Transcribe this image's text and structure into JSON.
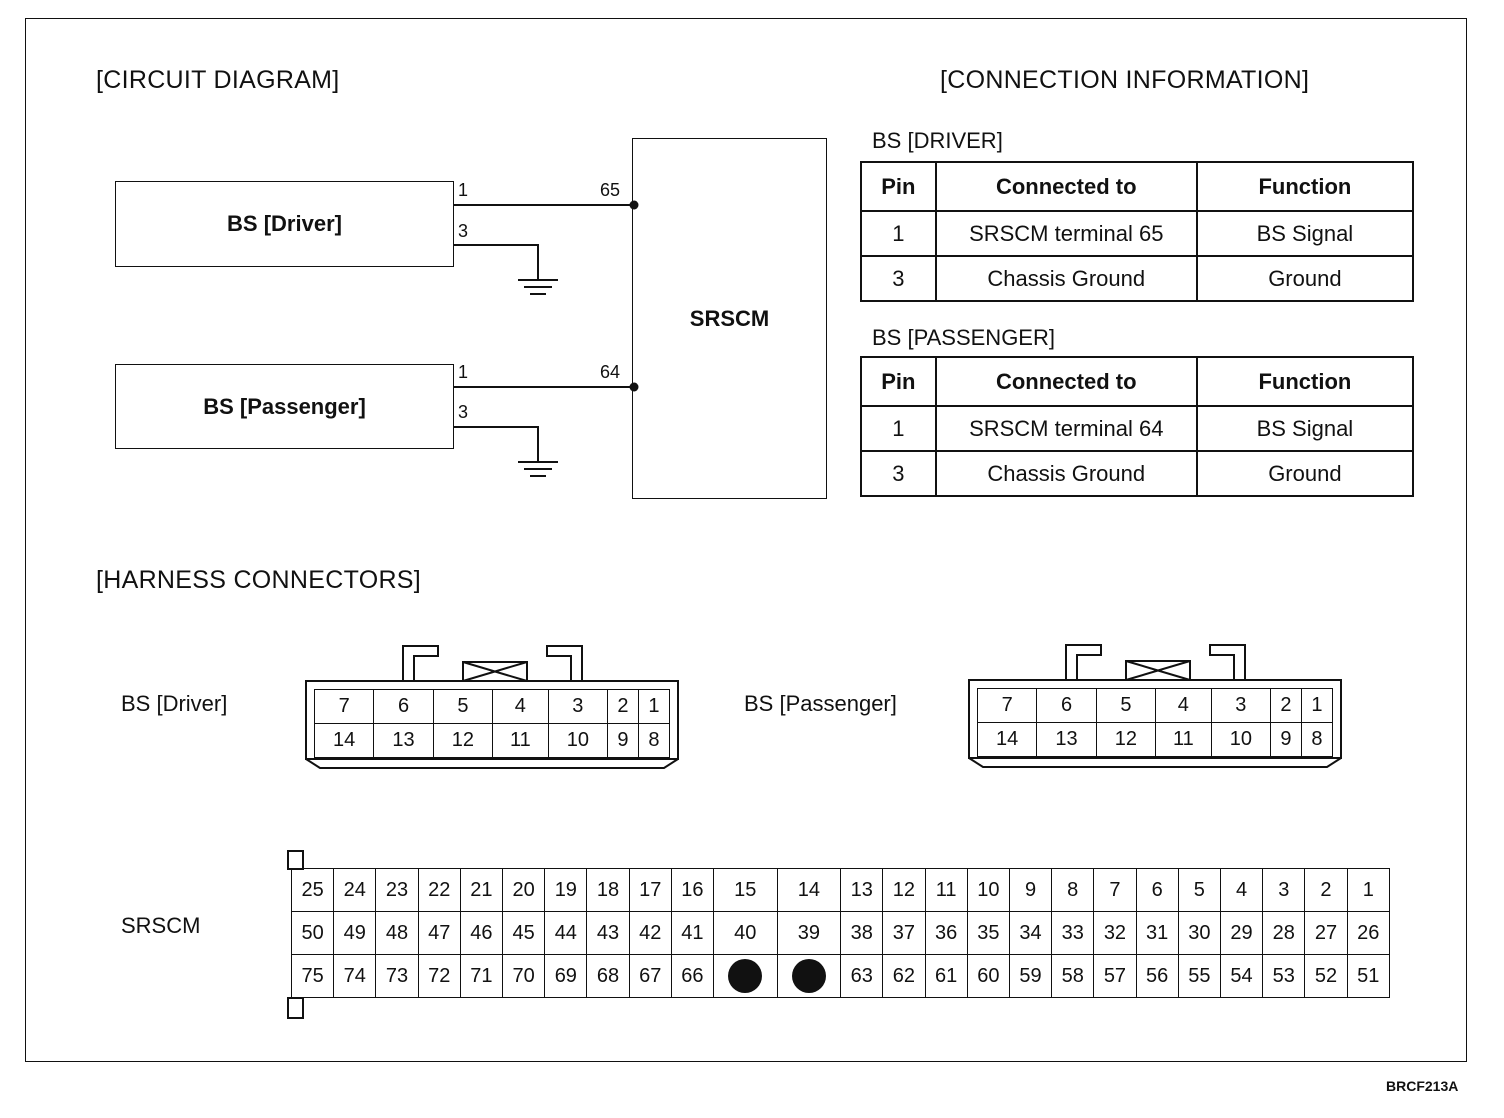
{
  "headings": {
    "circuit": "[CIRCUIT DIAGRAM]",
    "connection": "[CONNECTION INFORMATION]",
    "harness": "[HARNESS CONNECTORS]"
  },
  "circuit": {
    "driver_box": "BS [Driver]",
    "passenger_box": "BS [Passenger]",
    "srscm_box": "SRSCM",
    "driver_pins": [
      "1",
      "3"
    ],
    "passenger_pins": [
      "1",
      "3"
    ],
    "srscm_terminals": [
      "65",
      "64"
    ]
  },
  "connection_info": {
    "driver_title": "BS [DRIVER]",
    "passenger_title": "BS [PASSENGER]",
    "columns": [
      "Pin",
      "Connected to",
      "Function"
    ],
    "driver_rows": [
      [
        "1",
        "SRSCM terminal 65",
        "BS Signal"
      ],
      [
        "3",
        "Chassis Ground",
        "Ground"
      ]
    ],
    "passenger_rows": [
      [
        "1",
        "SRSCM terminal 64",
        "BS Signal"
      ],
      [
        "3",
        "Chassis Ground",
        "Ground"
      ]
    ]
  },
  "harness": {
    "driver_label": "BS [Driver]",
    "passenger_label": "BS [Passenger]",
    "srscm_label": "SRSCM",
    "bs_top_row": [
      "7",
      "6",
      "5",
      "4",
      "3",
      "2",
      "1"
    ],
    "bs_bottom_row": [
      "14",
      "13",
      "12",
      "11",
      "10",
      "9",
      "8"
    ],
    "srscm_row1": [
      "25",
      "24",
      "23",
      "22",
      "21",
      "20",
      "19",
      "18",
      "17",
      "16",
      "15",
      "14",
      "13",
      "12",
      "11",
      "10",
      "9",
      "8",
      "7",
      "6",
      "5",
      "4",
      "3",
      "2",
      "1"
    ],
    "srscm_row2": [
      "50",
      "49",
      "48",
      "47",
      "46",
      "45",
      "44",
      "43",
      "42",
      "41",
      "40",
      "39",
      "38",
      "37",
      "36",
      "35",
      "34",
      "33",
      "32",
      "31",
      "30",
      "29",
      "28",
      "27",
      "26"
    ],
    "srscm_row3": [
      "75",
      "74",
      "73",
      "72",
      "71",
      "70",
      "69",
      "68",
      "67",
      "66",
      "",
      "",
      "63",
      "62",
      "61",
      "60",
      "59",
      "58",
      "57",
      "56",
      "55",
      "54",
      "53",
      "52",
      "51"
    ]
  },
  "figure_code": "BRCF213A"
}
